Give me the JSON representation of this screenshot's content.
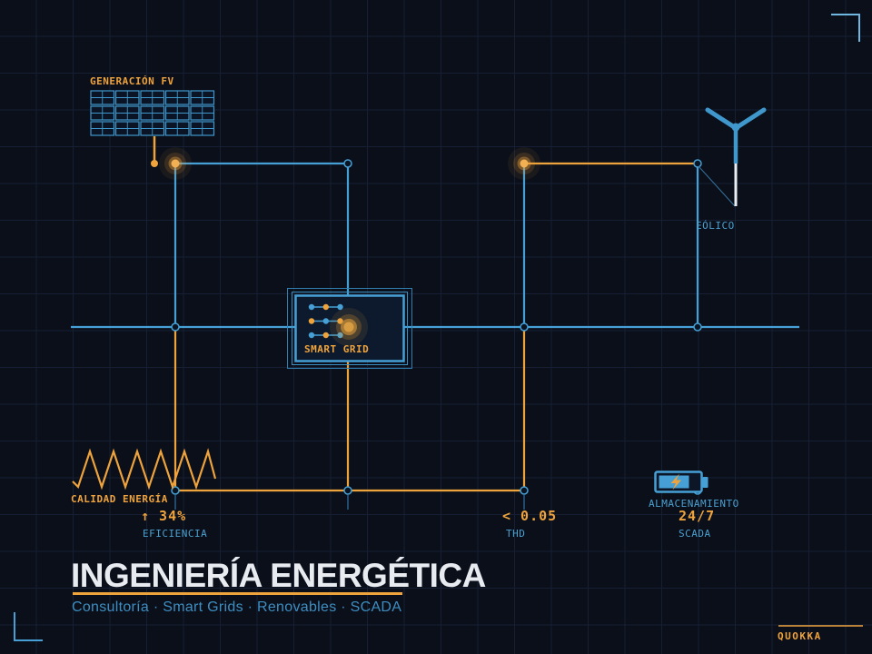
{
  "palette": {
    "background": "#0a0f1a",
    "grid_line": "#161f33",
    "trace_blue": "#46a0d5",
    "text_blue": "#4aa0d0",
    "accent_orange": "#efa33c",
    "title_white": "#e8ecf1"
  },
  "diagram": {
    "solar": {
      "label": "GENERACIÓN FV"
    },
    "wind": {
      "label": "EÓLICO"
    },
    "smart_grid": {
      "label": "SMART GRID"
    },
    "power_quality": {
      "label": "CALIDAD ENERGÍA"
    },
    "storage": {
      "label": "ALMACENAMIENTO"
    }
  },
  "stats": [
    {
      "value": "↑ 34%",
      "label": "EFICIENCIA"
    },
    {
      "value": "< 0.05",
      "label": "THD"
    },
    {
      "value": "24/7",
      "label": "SCADA"
    }
  ],
  "footer": {
    "title": "INGENIERÍA ENERGÉTICA",
    "subtitle": "Consultoría · Smart Grids · Renovables · SCADA",
    "brand": "QUOKKA"
  }
}
